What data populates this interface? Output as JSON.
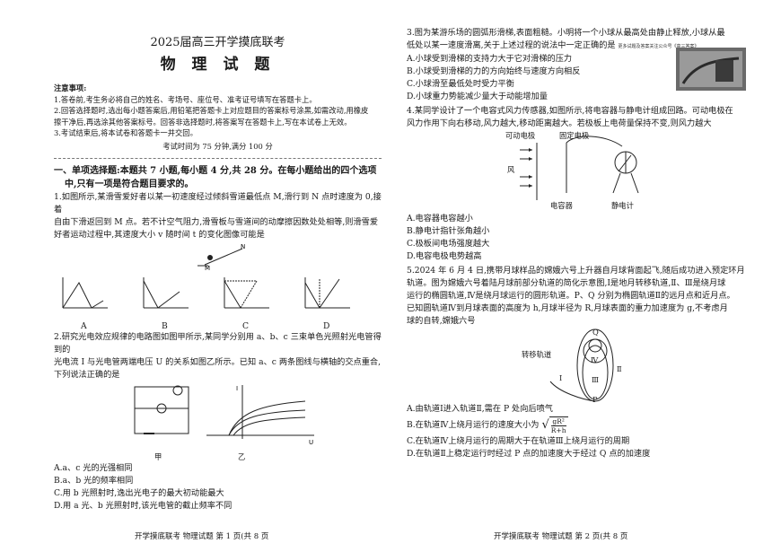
{
  "left": {
    "exam_title": "2025届高三开学摸底联考",
    "subject": "物 理 试 题",
    "notice_heading": "注意事项:",
    "notice": [
      "1.答卷前,考生务必将自己的姓名、考场号、座位号、准考证号填写在答题卡上。",
      "2.回答选择题时,选出每小题答案后,用铅笔把答题卡上对应题目的答案标号涂黑,如需改动,用橡皮",
      "擦干净后,再选涂其他答案标号。回答非选择题时,将答案写在答题卡上,写在本试卷上无效。",
      "3.考试结束后,将本试卷和答题卡一并交回。"
    ],
    "time_info": "考试时间为 75 分钟,满分 100 分",
    "section1": [
      "一、单项选择题:本题共 7 小题,每小题 4 分,共 28 分。在每小题给出的四个选项",
      "中,只有一项是符合题目要求的。"
    ],
    "q1": [
      "1.如图所示,某滑雪爱好者以某一初速度经过倾斜雪道最低点 M,滑行到 N 点时速度为 0,接着",
      "自由下滑返回到 M 点。若不计空气阻力,滑雪板与雪道间的动摩擦因数处处相等,则滑雪爱",
      "好者运动过程中,其速度大小 v 随时间 t 的变化图像可能是"
    ],
    "q1_labels": [
      "A",
      "B",
      "C",
      "D"
    ],
    "q2": [
      "2.研究光电效应规律的电路图如图甲所示,某同学分别用 a、b、c 三束单色光照射光电管得到的",
      "光电流 I 与光电管两端电压 U 的关系如图乙所示。已知 a、c 两条图线与横轴的交点重合,",
      "下列说法正确的是"
    ],
    "q2_fig_labels": [
      "甲",
      "乙"
    ],
    "q2_options": [
      "A.a、c 光的光强相同",
      "B.a、b 光的频率相同",
      "C.用 b 光照射时,逸出光电子的最大初动能最大",
      "D.用 a 光、b 光照射时,该光电管的截止频率不同"
    ],
    "footer": "开学摸底联考  物理试题  第 1 页(共 8 页"
  },
  "right": {
    "q3": [
      "3.图为某游乐场的圆弧形滑梯,表面粗糙。小明将一个小球从最高处由静止释放,小球从最",
      "低处以某一速度滑离,关于上述过程的说法中一定正确的是"
    ],
    "q3_tiny": "更多试题及答案关注公众号《高三答案》",
    "q3_options": [
      "A.小球受到滑梯的支持力大于它对滑梯的压力",
      "B.小球受到滑梯的力的方向始终与速度方向相反",
      "C.小球滑至最低处时受力平衡",
      "D.小球重力势能减少量大于动能增加量"
    ],
    "q4": [
      "4.某同学设计了一个电容式风力传感器,如图所示,将电容器与静电计组成回路。可动电极在",
      "风力作用下向右移动,风力越大,移动距离越大。若极板上电荷量保持不变,则风力越大"
    ],
    "q4_fig_labels": [
      "可动电极",
      "固定电极",
      "风",
      "电容器",
      "静电计"
    ],
    "q4_options": [
      "A.电容器电容越小",
      "B.静电计指针张角越小",
      "C.极板间电场强度越大",
      "D.电容电极电势越高"
    ],
    "q5": [
      "5.2024 年 6 月 4 日,携带月球样品的嫦娥六号上升器自月球背面起飞,随后成功进入预定环月",
      "轨道。图为嫦娥六号着陆月球前部分轨道的简化示意图,Ⅰ是地月转移轨道,Ⅱ、Ⅲ是绕月球",
      "运行的椭圆轨道,Ⅳ是绕月球运行的圆形轨道。P、Q 分别为椭圆轨道Ⅱ的远月点和近月点。",
      "已知圆轨道Ⅳ到月球表面的高度为 h,月球半径为 R,月球表面的重力加速度为 g,不考虑月",
      "球的自转,嫦娥六号"
    ],
    "q5_fig_labels": [
      "转移轨道",
      "Q",
      "P",
      "Ⅰ",
      "Ⅱ",
      "Ⅲ",
      "Ⅳ"
    ],
    "q5_options": [
      "A.由轨道Ⅰ进入轨道Ⅱ,需在 P 处向后喷气",
      "B.在轨道Ⅳ上绕月运行的速度大小为",
      "C.在轨道Ⅳ上绕月运行的周期大于在轨道Ⅲ上绕月运行的周期",
      "D.在轨道Ⅱ上稳定运行时经过 P 点的加速度大于经过 Q 点的加速度"
    ],
    "q5_formula": {
      "numerator": "gR²",
      "denominator": "R+h"
    },
    "footer": "开学摸底联考  物理试题  第 2 页(共 8 页"
  }
}
